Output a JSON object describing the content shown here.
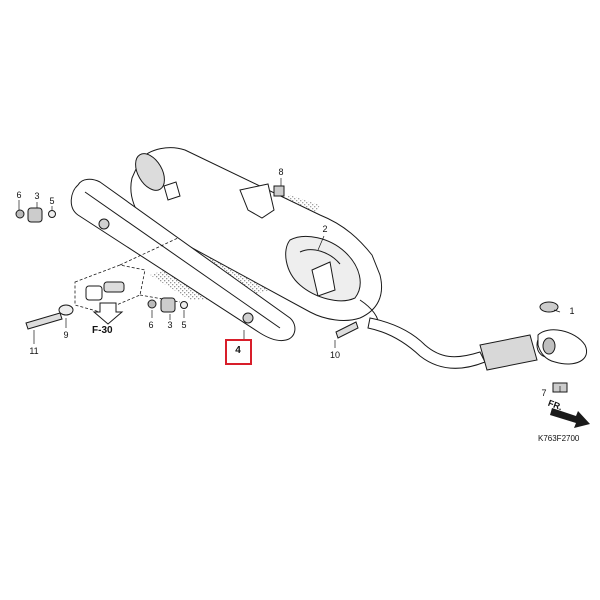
{
  "diagram": {
    "callouts": {
      "c1": "1",
      "c2": "2",
      "c3a": "3",
      "c3b": "3",
      "c4": "4",
      "c5a": "5",
      "c5b": "5",
      "c6a": "6",
      "c6b": "6",
      "c7": "7",
      "c8": "8",
      "c9": "9",
      "c10": "10",
      "c11": "11"
    },
    "ref_label": "F-30",
    "direction_label": "FR.",
    "diagram_code": "K763F2700",
    "highlighted_part": "4",
    "colors": {
      "highlight": "#d81e2a",
      "line": "#1a1a1a",
      "shading": "#6e6e6e"
    }
  }
}
